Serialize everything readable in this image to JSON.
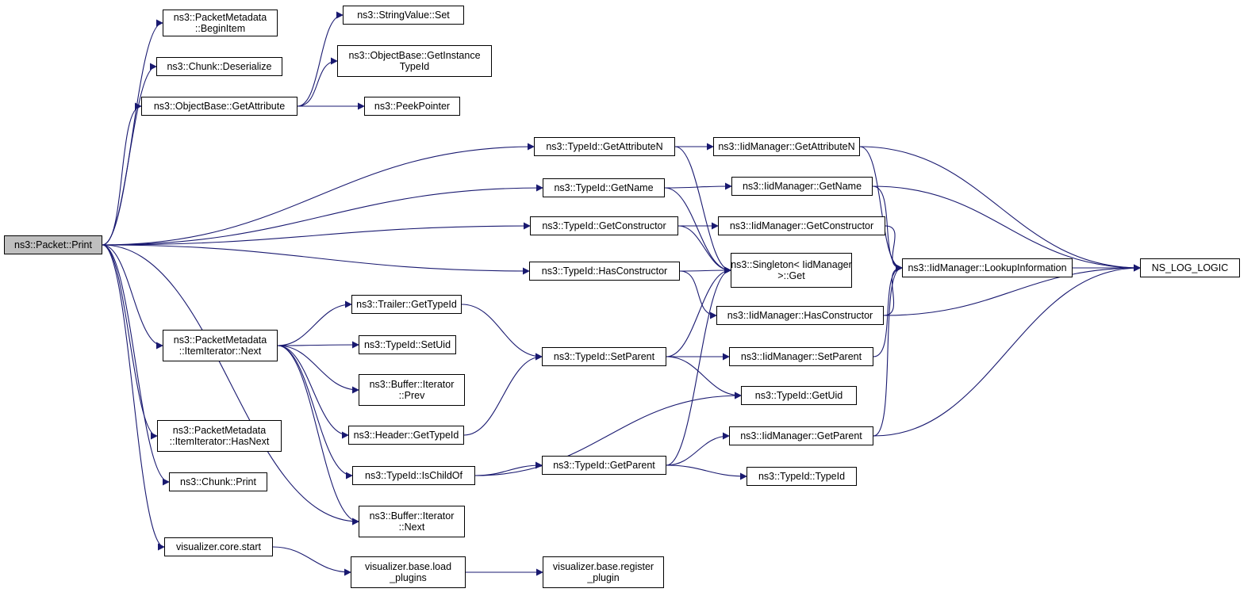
{
  "graph": {
    "nodes": [
      {
        "id": "print",
        "lines": [
          "ns3::Packet::Print"
        ],
        "root": true
      },
      {
        "id": "beginitem",
        "lines": [
          "ns3::PacketMetadata",
          "::BeginItem"
        ]
      },
      {
        "id": "deserialize",
        "lines": [
          "ns3::Chunk::Deserialize"
        ]
      },
      {
        "id": "getattribute",
        "lines": [
          "ns3::ObjectBase::GetAttribute"
        ]
      },
      {
        "id": "stringset",
        "lines": [
          "ns3::StringValue::Set"
        ]
      },
      {
        "id": "getinstancetypeid",
        "lines": [
          "ns3::ObjectBase::GetInstance",
          "TypeId"
        ]
      },
      {
        "id": "peekpointer",
        "lines": [
          "ns3::PeekPointer"
        ]
      },
      {
        "id": "tid_getattrn",
        "lines": [
          "ns3::TypeId::GetAttributeN"
        ]
      },
      {
        "id": "tid_getname",
        "lines": [
          "ns3::TypeId::GetName"
        ]
      },
      {
        "id": "tid_getctor",
        "lines": [
          "ns3::TypeId::GetConstructor"
        ]
      },
      {
        "id": "tid_hasctor",
        "lines": [
          "ns3::TypeId::HasConstructor"
        ]
      },
      {
        "id": "iid_getattrn",
        "lines": [
          "ns3::IidManager::GetAttributeN"
        ]
      },
      {
        "id": "iid_getname",
        "lines": [
          "ns3::IidManager::GetName"
        ]
      },
      {
        "id": "iid_getctor",
        "lines": [
          "ns3::IidManager::GetConstructor"
        ]
      },
      {
        "id": "singleton",
        "lines": [
          "ns3::Singleton< IidManager",
          ">::Get"
        ]
      },
      {
        "id": "iid_hasctor",
        "lines": [
          "ns3::IidManager::HasConstructor"
        ]
      },
      {
        "id": "lookup",
        "lines": [
          "ns3::IidManager::LookupInformation"
        ]
      },
      {
        "id": "nslog",
        "lines": [
          "NS_LOG_LOGIC"
        ]
      },
      {
        "id": "itnext",
        "lines": [
          "ns3::PacketMetadata",
          "::ItemIterator::Next"
        ]
      },
      {
        "id": "trailer",
        "lines": [
          "ns3::Trailer::GetTypeId"
        ]
      },
      {
        "id": "setuid",
        "lines": [
          "ns3::TypeId::SetUid"
        ]
      },
      {
        "id": "bufprev",
        "lines": [
          "ns3::Buffer::Iterator",
          "::Prev"
        ]
      },
      {
        "id": "header",
        "lines": [
          "ns3::Header::GetTypeId"
        ]
      },
      {
        "id": "ischildof",
        "lines": [
          "ns3::TypeId::IsChildOf"
        ]
      },
      {
        "id": "bufnext",
        "lines": [
          "ns3::Buffer::Iterator",
          "::Next"
        ]
      },
      {
        "id": "setparent",
        "lines": [
          "ns3::TypeId::SetParent"
        ]
      },
      {
        "id": "iid_setparent",
        "lines": [
          "ns3::IidManager::SetParent"
        ]
      },
      {
        "id": "getuid",
        "lines": [
          "ns3::TypeId::GetUid"
        ]
      },
      {
        "id": "getparent",
        "lines": [
          "ns3::TypeId::GetParent"
        ]
      },
      {
        "id": "iid_getparent",
        "lines": [
          "ns3::IidManager::GetParent"
        ]
      },
      {
        "id": "typeid",
        "lines": [
          "ns3::TypeId::TypeId"
        ]
      },
      {
        "id": "hasnext",
        "lines": [
          "ns3::PacketMetadata",
          "::ItemIterator::HasNext"
        ]
      },
      {
        "id": "chunkprint",
        "lines": [
          "ns3::Chunk::Print"
        ]
      },
      {
        "id": "vizstart",
        "lines": [
          "visualizer.core.start"
        ]
      },
      {
        "id": "loadplugins",
        "lines": [
          "visualizer.base.load",
          "_plugins"
        ]
      },
      {
        "id": "registerplugin",
        "lines": [
          "visualizer.base.register",
          "_plugin"
        ]
      }
    ],
    "edges": [
      [
        "print",
        "beginitem"
      ],
      [
        "print",
        "deserialize"
      ],
      [
        "print",
        "getattribute"
      ],
      [
        "print",
        "tid_getattrn"
      ],
      [
        "print",
        "tid_getname"
      ],
      [
        "print",
        "tid_getctor"
      ],
      [
        "print",
        "tid_hasctor"
      ],
      [
        "print",
        "itnext"
      ],
      [
        "print",
        "hasnext"
      ],
      [
        "print",
        "chunkprint"
      ],
      [
        "print",
        "vizstart"
      ],
      [
        "print",
        "bufnext"
      ],
      [
        "getattribute",
        "stringset"
      ],
      [
        "getattribute",
        "getinstancetypeid"
      ],
      [
        "getattribute",
        "peekpointer"
      ],
      [
        "tid_getattrn",
        "iid_getattrn"
      ],
      [
        "tid_getattrn",
        "singleton"
      ],
      [
        "tid_getname",
        "iid_getname"
      ],
      [
        "tid_getname",
        "singleton"
      ],
      [
        "tid_getctor",
        "iid_getctor"
      ],
      [
        "tid_getctor",
        "singleton"
      ],
      [
        "tid_hasctor",
        "singleton"
      ],
      [
        "tid_hasctor",
        "iid_hasctor"
      ],
      [
        "iid_getattrn",
        "lookup"
      ],
      [
        "iid_getattrn",
        "nslog"
      ],
      [
        "iid_getname",
        "lookup"
      ],
      [
        "iid_getname",
        "nslog"
      ],
      [
        "iid_getctor",
        "lookup"
      ],
      [
        "iid_hasctor",
        "lookup"
      ],
      [
        "iid_hasctor",
        "nslog"
      ],
      [
        "lookup",
        "nslog"
      ],
      [
        "itnext",
        "trailer"
      ],
      [
        "itnext",
        "setuid"
      ],
      [
        "itnext",
        "bufprev"
      ],
      [
        "itnext",
        "header"
      ],
      [
        "itnext",
        "ischildof"
      ],
      [
        "itnext",
        "bufnext"
      ],
      [
        "trailer",
        "setparent"
      ],
      [
        "header",
        "setparent"
      ],
      [
        "setparent",
        "singleton"
      ],
      [
        "setparent",
        "iid_setparent"
      ],
      [
        "setparent",
        "getuid"
      ],
      [
        "iid_setparent",
        "lookup"
      ],
      [
        "ischildof",
        "getuid"
      ],
      [
        "ischildof",
        "getparent"
      ],
      [
        "getparent",
        "singleton"
      ],
      [
        "getparent",
        "iid_getparent"
      ],
      [
        "getparent",
        "typeid"
      ],
      [
        "iid_getparent",
        "lookup"
      ],
      [
        "iid_getparent",
        "nslog"
      ],
      [
        "vizstart",
        "loadplugins"
      ],
      [
        "loadplugins",
        "registerplugin"
      ]
    ]
  }
}
